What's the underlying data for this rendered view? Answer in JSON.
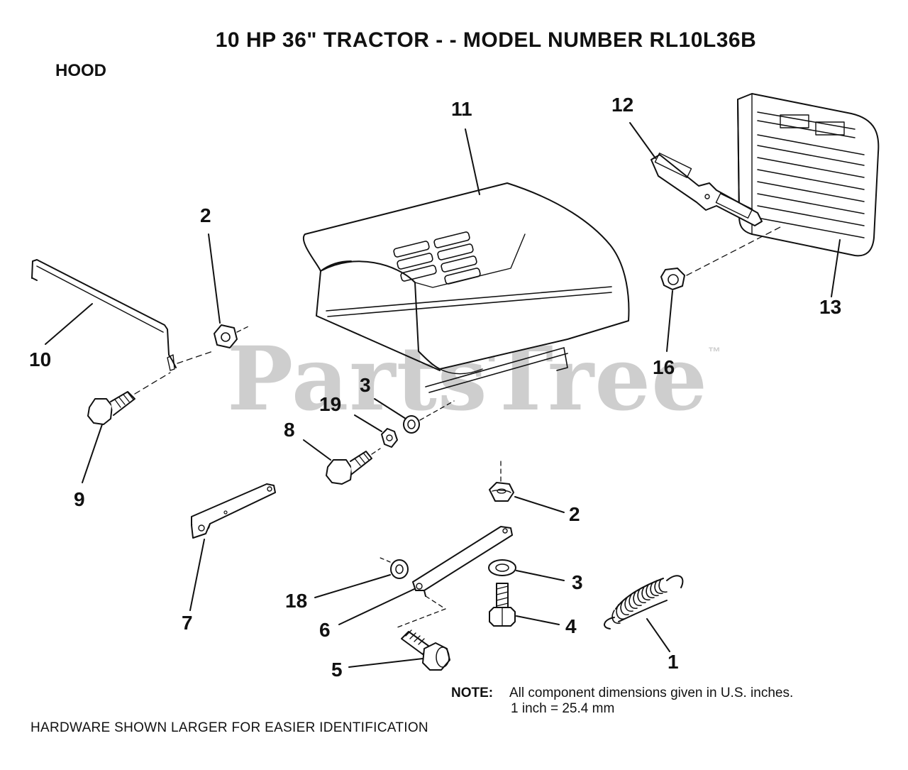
{
  "header": {
    "title": "10 HP 36\" TRACTOR - - MODEL NUMBER RL10L36B",
    "section": "HOOD"
  },
  "callouts": {
    "c1": "1",
    "c2a": "2",
    "c2b": "2",
    "c3a": "3",
    "c3b": "3",
    "c4": "4",
    "c5": "5",
    "c6": "6",
    "c7": "7",
    "c8": "8",
    "c9": "9",
    "c10": "10",
    "c11": "11",
    "c12": "12",
    "c13": "13",
    "c16": "16",
    "c18": "18",
    "c19": "19"
  },
  "note": {
    "label": "NOTE:",
    "line1": "All component dimensions given in U.S. inches.",
    "line2": "1 inch = 25.4 mm"
  },
  "footer": {
    "hardware_text": "HARDWARE SHOWN LARGER FOR EASIER IDENTIFICATION"
  },
  "watermark": {
    "text": "PartsTree",
    "mark": "™"
  }
}
